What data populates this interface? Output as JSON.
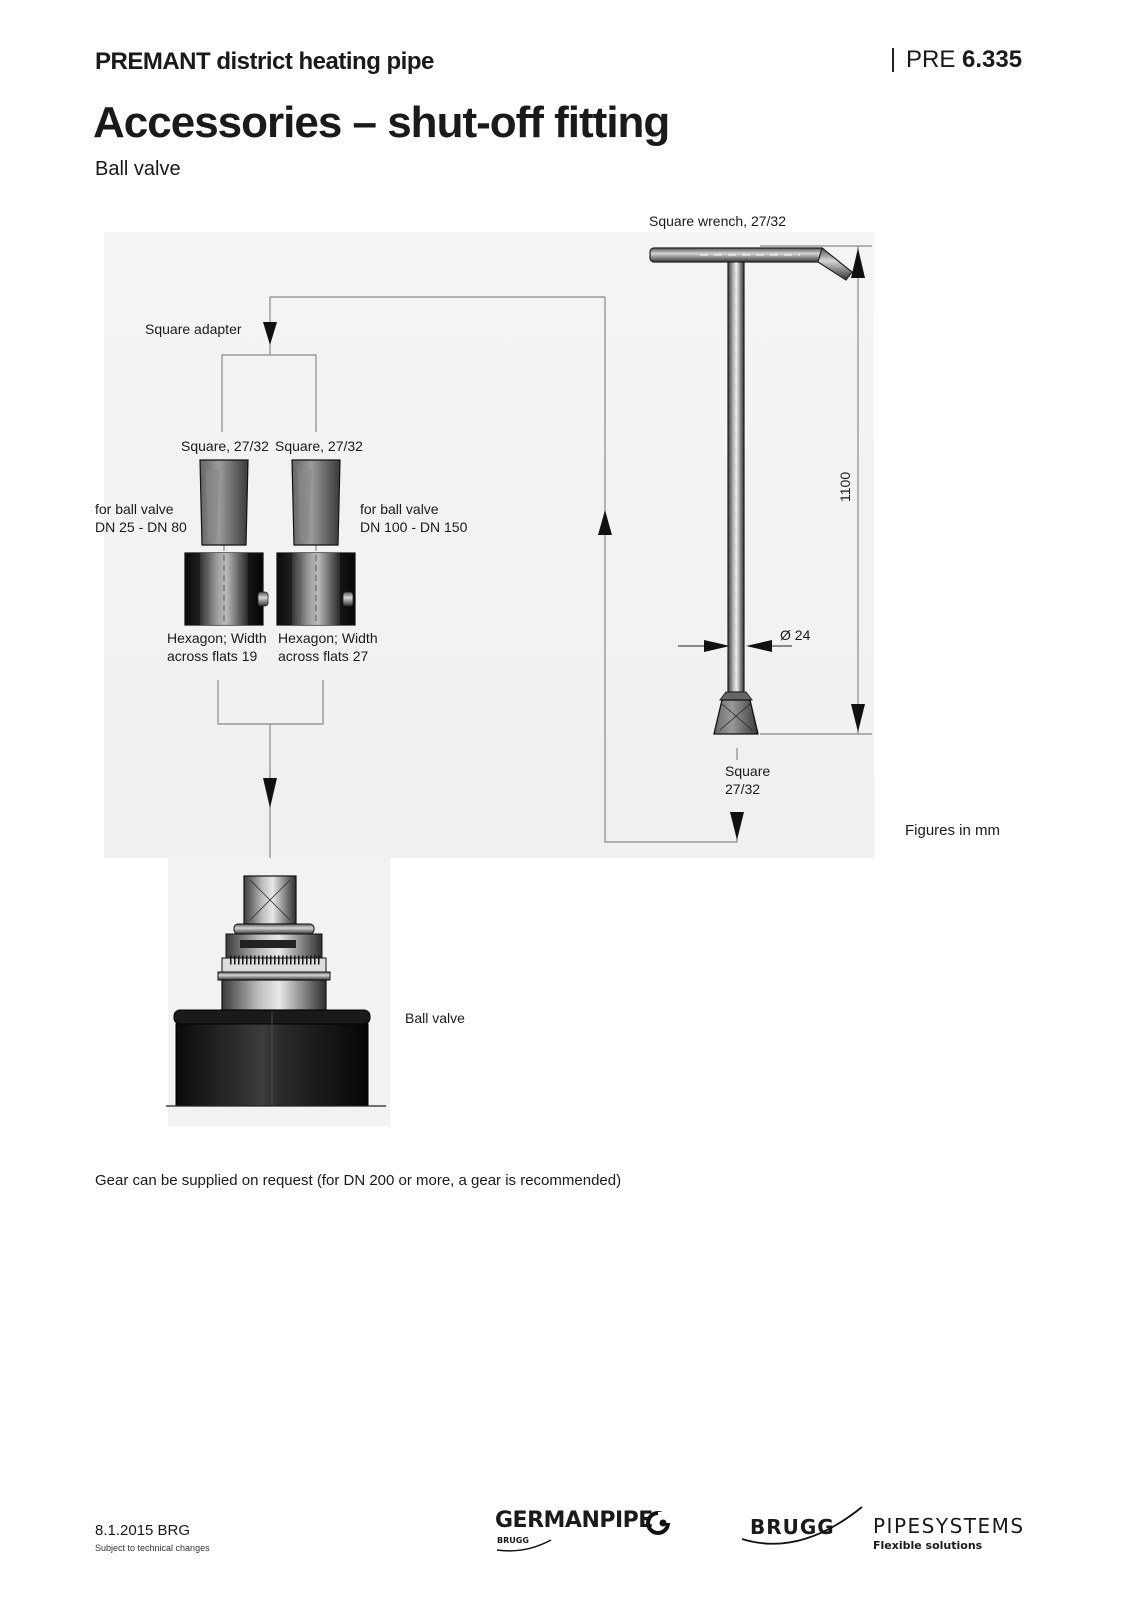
{
  "header": {
    "series": "PREMANT district heating pipe",
    "code_prefix": "PRE",
    "code_number": "6.335"
  },
  "title": "Accessories – shut-off fitting",
  "subtitle": "Ball valve",
  "labels": {
    "square_wrench": "Square wrench, 27/32",
    "square_adapter": "Square adapter",
    "square_left": "Square, 27/32",
    "square_right": "Square, 27/32",
    "for_left_1": "for ball valve",
    "for_left_2": "DN 25 - DN 80",
    "for_right_1": "for ball valve",
    "for_right_2": "DN 100 - DN 150",
    "hex_left_1": "Hexagon; Width",
    "hex_left_2": "across flats 19",
    "hex_right_1": "Hexagon; Width",
    "hex_right_2": "across flats 27",
    "dim_length": "1100",
    "dim_diameter": "Ø 24",
    "square_bottom_1": "Square",
    "square_bottom_2": "27/32",
    "figures": "Figures in mm",
    "ball_valve": "Ball valve"
  },
  "note": "Gear can be supplied on request (for DN 200 or more, a gear is recommended)",
  "footer": {
    "date": "8.1.2015   BRG",
    "changes": "Subject to technical changes",
    "logo_germanpipe": "GERMANPIPE",
    "logo_germanpipe_sub": "BRUGG",
    "logo_brugg": "BRUGG",
    "logo_pipesystems": "PIPESYSTEMS",
    "logo_tagline": "Flexible solutions"
  }
}
